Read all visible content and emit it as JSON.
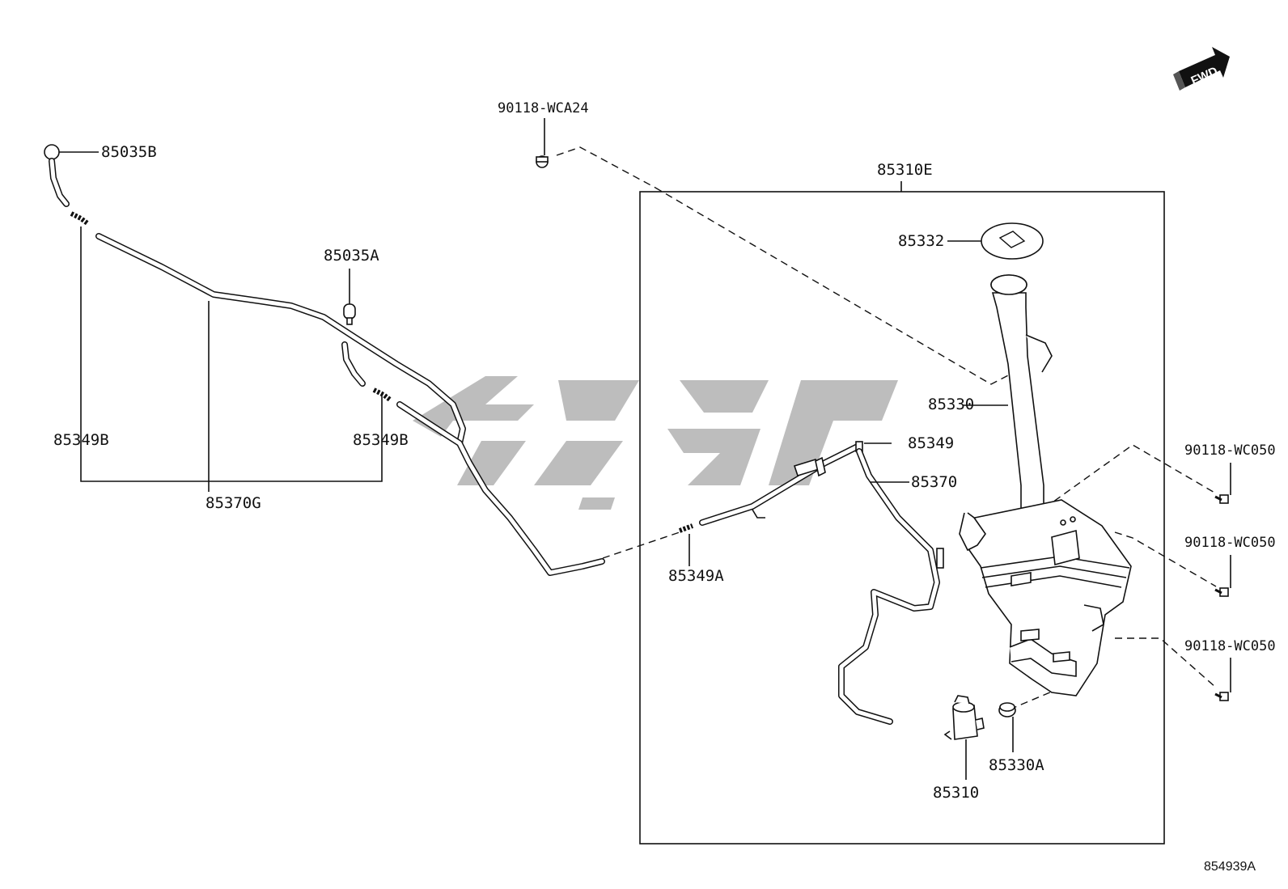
{
  "diagram": {
    "labels": {
      "p85035B": "85035B",
      "p90118_WCA24": "90118-WCA24",
      "p85310E": "85310E",
      "p85332": "85332",
      "p85035A": "85035A",
      "p85349B_left": "85349B",
      "p85349B_mid": "85349B",
      "p85370G": "85370G",
      "p85330": "85330",
      "p85349": "85349",
      "p85370": "85370",
      "p85349A": "85349A",
      "p90118_WC050_1": "90118-WC050",
      "p90118_WC050_2": "90118-WC050",
      "p90118_WC050_3": "90118-WC050",
      "p85330A": "85330A",
      "p85310": "85310"
    },
    "fwd_label": "FWD",
    "reference_code": "854939A"
  }
}
